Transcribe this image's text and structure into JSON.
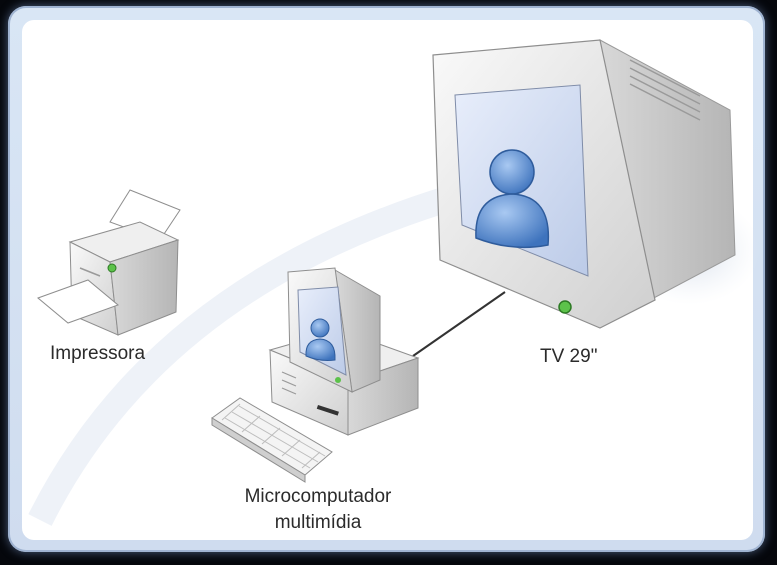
{
  "diagram": {
    "labels": {
      "printer": "Impressora",
      "tv": "TV 29\"",
      "computer_line1": "Microcomputador",
      "computer_line2": "multimídia"
    },
    "icons": [
      "printer-icon",
      "tv-icon",
      "computer-icon",
      "keyboard-icon",
      "user-avatar-icon"
    ],
    "colors": {
      "frame_border": "#9fb3d1",
      "device_body": "#e6e6e6",
      "screen": "#cfd9ee",
      "avatar": "#5b8fd1",
      "led": "#5cc24a",
      "connector": "#333333"
    }
  }
}
